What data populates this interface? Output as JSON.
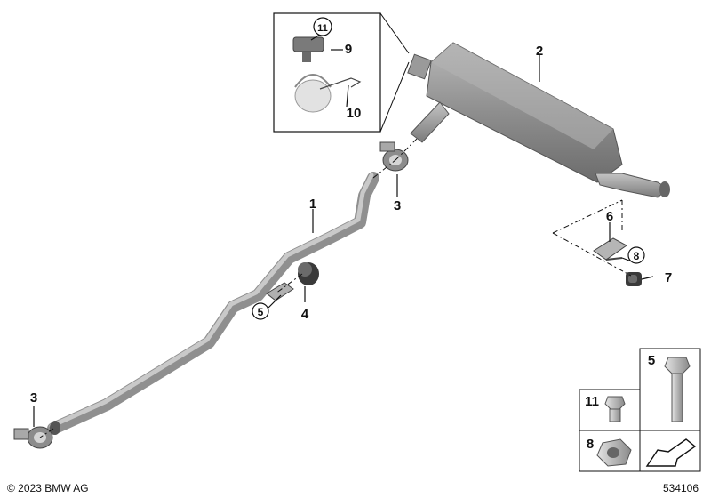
{
  "diagram": {
    "parts": [
      {
        "id": "p1",
        "label": "1"
      },
      {
        "id": "p2",
        "label": "2"
      },
      {
        "id": "p3a",
        "label": "3"
      },
      {
        "id": "p3b",
        "label": "3"
      },
      {
        "id": "p4",
        "label": "4"
      },
      {
        "id": "p5",
        "label": "5"
      },
      {
        "id": "p6",
        "label": "6"
      },
      {
        "id": "p7",
        "label": "7"
      },
      {
        "id": "p8",
        "label": "8"
      },
      {
        "id": "p9",
        "label": "9"
      },
      {
        "id": "p10",
        "label": "10"
      },
      {
        "id": "p11",
        "label": "11"
      }
    ],
    "legend": {
      "bolt_long": "5",
      "bolt_short": "11",
      "nut": "8"
    },
    "copyright": "© 2023 BMW AG",
    "diagram_number": "534106"
  },
  "colors": {
    "metal_dark": "#7d7d7d",
    "metal_mid": "#a0a0a0",
    "metal_light": "#cfcfcf",
    "line": "#111111"
  }
}
